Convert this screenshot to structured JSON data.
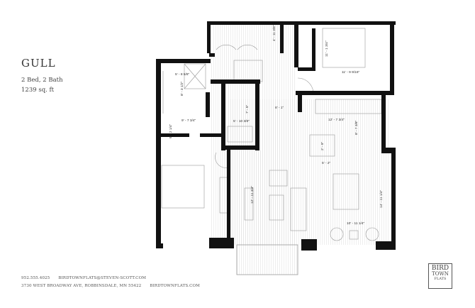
{
  "plan": {
    "name": "GULL",
    "beds_baths": "2 Bed, 2 Bath",
    "area": "1239 sq. ft"
  },
  "dimensions": {
    "closet_top": "4' - 11 3/8\"",
    "bedroom1_depth": "11' - 1 3/4\"",
    "bedroom1_width": "11' - 9 9/16\"",
    "bath1_width": "5' - 8 5/8\"",
    "bath1_depth": "8' - 3 1/2\"",
    "hall_width": "9' - 7 3/4\"",
    "hall_depth": "9' - 2 1/4\"",
    "bath2_depth": "7' - 5\"",
    "bath2_width": "5' - 10 3/8\"",
    "corridor": "8' - 1\"",
    "kitchen_width": "12' - 7 3/4\"",
    "kitchen_depth": "8' - 7 3/8\"",
    "island_depth": "2' - 9\"",
    "island_width": "5' - 2\"",
    "living_depth": "12' - 11 3/4\"",
    "dining_depth": "14' - 11 1/4\"",
    "dining_width": "10' - 11 1/4\""
  },
  "contact": {
    "phone": "952.555.4025",
    "email": "BIRDTOWNFLATS@STEVEN-SCOTT.COM",
    "address": "3730 WEST BROADWAY AVE, ROBBINSDALE, MN 55422",
    "website": "BIRDTOWNFLATS.COM"
  },
  "logo": {
    "line1": "BIRD",
    "line2": "TOWN",
    "line3": "FLATS"
  },
  "colors": {
    "wall": "#111111",
    "line": "#999999",
    "floor": "#eeeeee"
  }
}
